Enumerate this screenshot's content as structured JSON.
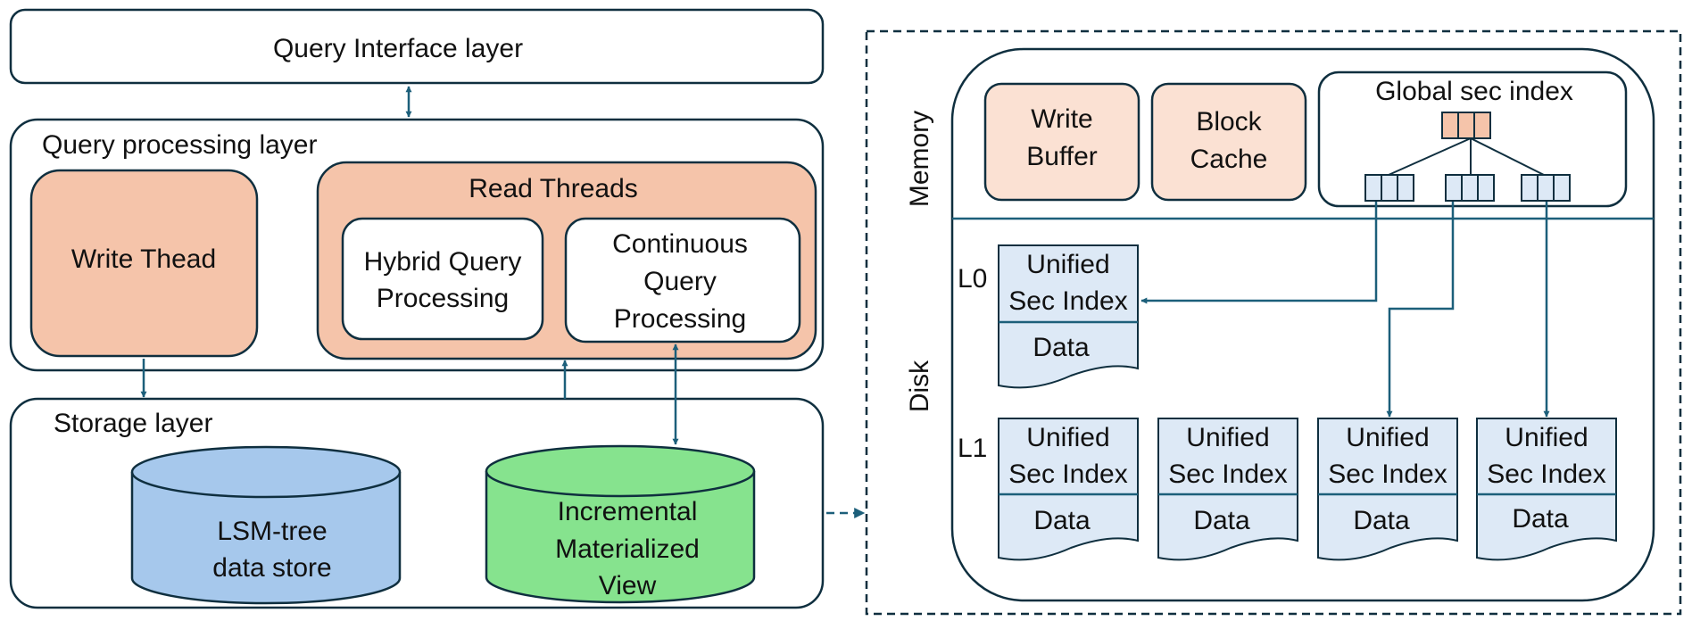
{
  "colors": {
    "salmon": "#f5c4aa",
    "salmon_light": "#fbe1d3",
    "lsm_blue": "#a6c8ec",
    "view_green": "#86e38e",
    "doc_blue": "#dde9f6",
    "line_teal": "#1c5f7a"
  },
  "left": {
    "query_interface": "Query Interface layer",
    "query_processing": "Query processing layer",
    "write_thread": "Write Thead",
    "read_threads": "Read Threads",
    "hybrid": [
      "Hybrid Query",
      "Processing"
    ],
    "continuous": [
      "Continuous",
      "Query",
      "Processing"
    ],
    "storage": "Storage layer",
    "lsm": [
      "LSM-tree",
      "data store"
    ],
    "view": [
      "Incremental",
      "Materialized",
      "View"
    ]
  },
  "right": {
    "memory": "Memory",
    "disk": "Disk",
    "write_buffer": [
      "Write",
      "Buffer"
    ],
    "block_cache": [
      "Block",
      "Cache"
    ],
    "global_index": "Global sec index",
    "level0": "L0",
    "level1": "L1",
    "unified": [
      "Unified",
      "Sec Index"
    ],
    "data": "Data"
  }
}
